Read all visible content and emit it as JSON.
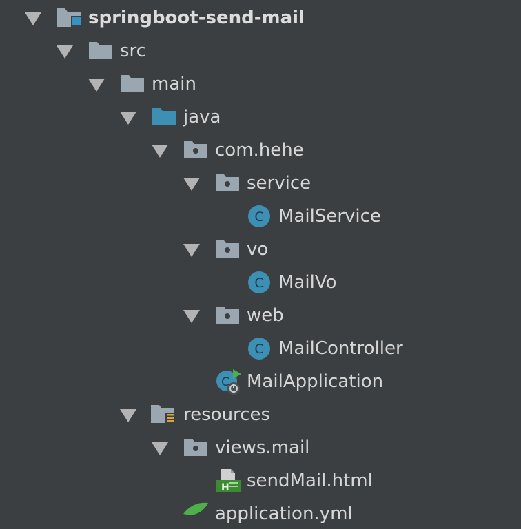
{
  "project_tree": {
    "root": "springboot-send-mail",
    "src": "src",
    "main": "main",
    "java": "java",
    "package_root": "com.hehe",
    "service_pkg": "service",
    "mail_service": "MailService",
    "vo_pkg": "vo",
    "mail_vo": "MailVo",
    "web_pkg": "web",
    "mail_controller": "MailController",
    "mail_application": "MailApplication",
    "resources": "resources",
    "views_mail": "views.mail",
    "send_mail_html": "sendMail.html",
    "application_yml": "application.yml"
  },
  "colors": {
    "background": "#3c3f41",
    "folder": "#9aa7b0",
    "source_folder": "#3d8fb3",
    "class_icon": "#3d8fb3",
    "text": "#d6d6d6"
  }
}
